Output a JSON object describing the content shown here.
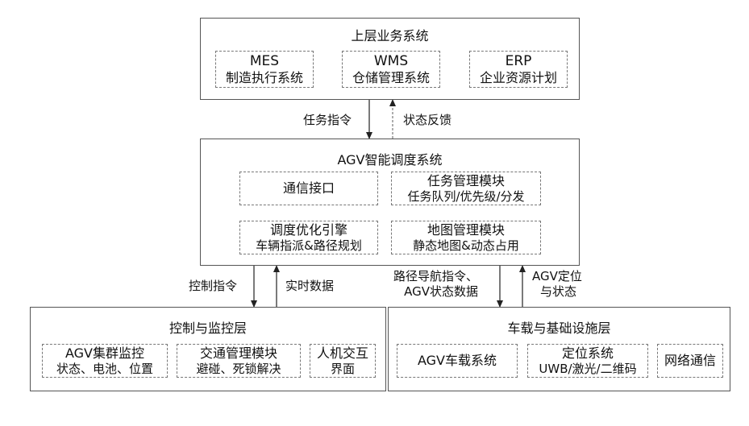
{
  "top": {
    "title": "上层业务系统",
    "modules": [
      {
        "line1": "MES",
        "line2": "制造执行系统"
      },
      {
        "line1": "WMS",
        "line2": "仓储管理系统"
      },
      {
        "line1": "ERP",
        "line2": "企业资源计划"
      }
    ]
  },
  "links_top": {
    "down_label": "任务指令",
    "up_label": "状态反馈"
  },
  "middle": {
    "title": "AGV智能调度系统",
    "modules": [
      {
        "line1": "通信接口",
        "line2": ""
      },
      {
        "line1": "任务管理模块",
        "line2": "任务队列/优先级/分发"
      },
      {
        "line1": "调度优化引擎",
        "line2": "车辆指派&路径规划"
      },
      {
        "line1": "地图管理模块",
        "line2": "静态地图&动态占用"
      }
    ]
  },
  "links_left": {
    "down_label": "控制指令",
    "up_label": "实时数据"
  },
  "links_right": {
    "down_label_1": "路径导航指令、",
    "down_label_2": "AGV状态数据",
    "up_label_1": "AGV定位",
    "up_label_2": "与状态"
  },
  "bottom_left": {
    "title": "控制与监控层",
    "modules": [
      {
        "line1": "AGV集群监控",
        "line2": "状态、电池、位置"
      },
      {
        "line1": "交通管理模块",
        "line2": "避碰、死锁解决"
      },
      {
        "line1": "人机交互",
        "line2": "界面"
      }
    ]
  },
  "bottom_right": {
    "title": "车载与基础设施层",
    "modules": [
      {
        "line1": "AGV车载系统",
        "line2": ""
      },
      {
        "line1": "定位系统",
        "line2": "UWB/激光/二维码"
      },
      {
        "line1": "网络通信",
        "line2": ""
      }
    ]
  }
}
